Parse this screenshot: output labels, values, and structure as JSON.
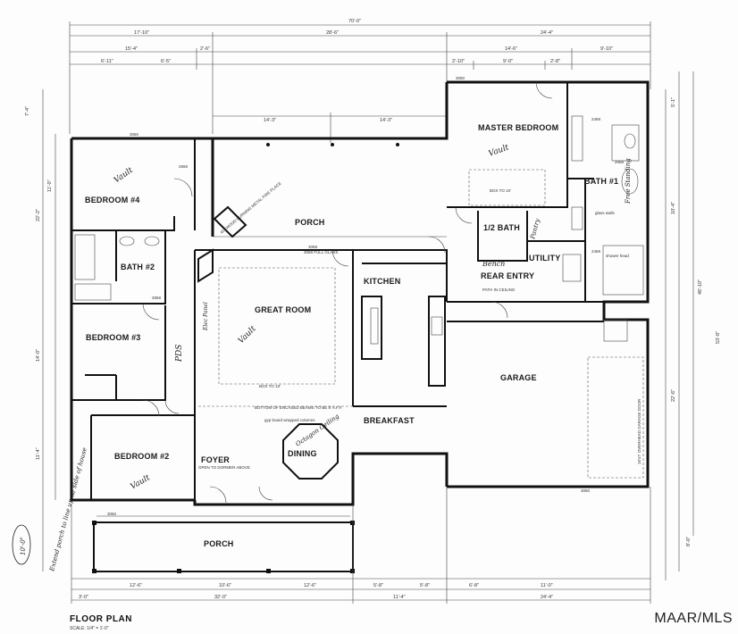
{
  "title": "FLOOR PLAN",
  "scale": "SCALE: 1/4\" = 1'-0\"",
  "watermark": "MAAR/MLS",
  "rooms": {
    "master_bedroom": "MASTER BEDROOM",
    "bedroom4": "BEDROOM #4",
    "bedroom3": "BEDROOM #3",
    "bedroom2": "BEDROOM #2",
    "bath2": "BATH #2",
    "bath1": "BATH #1",
    "half_bath": "1/2 BATH",
    "porch_top": "PORCH",
    "great_room": "GREAT ROOM",
    "kitchen": "KITCHEN",
    "rear_entry": "REAR ENTRY",
    "utility": "UTILITY",
    "garage": "GARAGE",
    "breakfast": "BREAKFAST",
    "dining": "DINING",
    "foyer": "FOYER",
    "porch_front": "PORCH"
  },
  "notes": {
    "foyer_sub": "OPEN TO DORMER ABOVE",
    "fireplace": "42\" WOOD BURNING METAL FIRE PLACE",
    "beams": "BOTTOM OF ENCASED BEAMS TO BE 8' A.F.F.",
    "garage_door": "16'x7' OVERHEAD GARAGE DOOR",
    "rear_ceiling": "PATH IN CEILING",
    "box_to_10_a": "BOX TO 10'",
    "box_to_10_b": "BOX TO 10'",
    "gyp_board": "gyp board wrapped columns",
    "full_glass": "3068 FULL GLASS",
    "shower_head": "shower head",
    "glass_walls": "glass walls"
  },
  "handwritten": {
    "vault_master": "Vault",
    "vault_bed4": "Vault",
    "vault_great": "Vault",
    "vault_bed2": "Vault",
    "pds": "PDS",
    "dining_ceiling": "Octagon Ceiling",
    "free_standing": "Free Standing",
    "bench": "Bench",
    "pantry": "Pantry",
    "elec_panel": "Elec Panel",
    "margin_note": "Extend porch to line up w/ side of house",
    "margin_dim": "10'-0\""
  },
  "dimensions": {
    "overall": "70'-0\"",
    "top_left": "17'-10\"",
    "top_center": "28'-6\"",
    "top_right": "24'-4\"",
    "row2_a": "15'-4\"",
    "row2_b": "2'-6\"",
    "row2_c": "14'-6\"",
    "row2_d": "9'-10\"",
    "row3_a": "6'-11\"",
    "row3_b": "6'-5\"",
    "row3_c": "2'-10\"",
    "row3_d": "9'-0\"",
    "row3_e": "2'-8\"",
    "porch_a": "14'-3\"",
    "porch_b": "14'-3\"",
    "bottom_a": "12'-6\"",
    "bottom_b": "10'-6\"",
    "bottom_c": "12'-6\"",
    "bottom_d": "5'-8\"",
    "bottom_e": "5'-8\"",
    "bottom_f": "6'-8\"",
    "bottom_g": "11'-0\"",
    "total_a": "3'-0\"",
    "total_b": "32'-0\"",
    "total_c": "11'-4\"",
    "total_d": "24'-4\"",
    "left_a": "7'-4\"",
    "left_b": "11'-0\"",
    "left_c": "22'-2\"",
    "left_d": "14'-0\"",
    "left_e": "11'-4\"",
    "right_a": "5'-1\"",
    "right_b": "10'-4\"",
    "right_c": "46'-10\"",
    "right_d": "22'-6\"",
    "right_e": "53'-8\"",
    "right_f": "8'-0\"",
    "doors": [
      "3050",
      "2668",
      "2868",
      "3068",
      "2468",
      "2068",
      "3050",
      "3050",
      "3050",
      "2468"
    ]
  }
}
